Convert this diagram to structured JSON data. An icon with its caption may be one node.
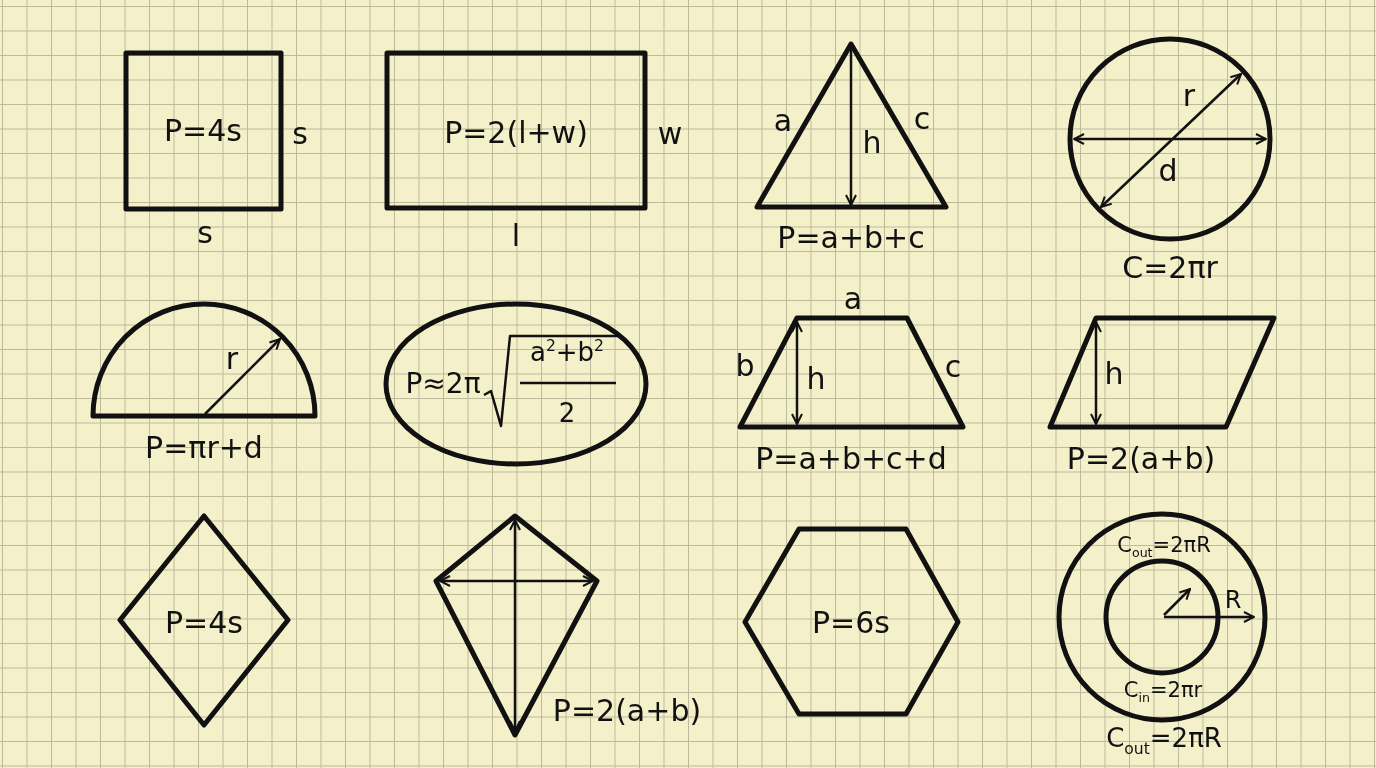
{
  "diagram": {
    "nodes": [
      {
        "text": [
          "P=4s"
        ],
        "beside": [
          "s",
          "s"
        ]
      },
      {
        "text": [
          "P=2(l+w)"
        ],
        "beside": [
          "w",
          "l"
        ]
      },
      {
        "text": [
          "h"
        ],
        "beside": [
          "a",
          "c",
          "P=a+b+c"
        ]
      },
      {
        "text": [
          "r",
          "d"
        ],
        "beside": [
          "C=2πr"
        ]
      },
      {
        "text": [
          "r"
        ],
        "beside": [
          "P=πr+d"
        ]
      },
      {
        "text": [
          "P≈2π",
          "a$^{2}$+b$^{2}$",
          "2"
        ]
      },
      {
        "text": [
          "h"
        ],
        "beside": [
          "a",
          "b",
          "c",
          "P=a+b+c+d"
        ]
      },
      {
        "text": [
          "h"
        ],
        "beside": [
          "P=2(a+b)"
        ]
      },
      {
        "text": [
          "P=4s"
        ]
      },
      {
        "text": [],
        "shape": "kite",
        "beside": [
          "P=2(a+b)"
        ]
      },
      {
        "text": [
          "P=6s"
        ]
      },
      {
        "text": [
          "C$_{out}$=2πR",
          "R",
          "C$_{in}$=2πr"
        ],
        "beside": [
          "C$_{out}$=2πR"
        ]
      }
    ]
  }
}
